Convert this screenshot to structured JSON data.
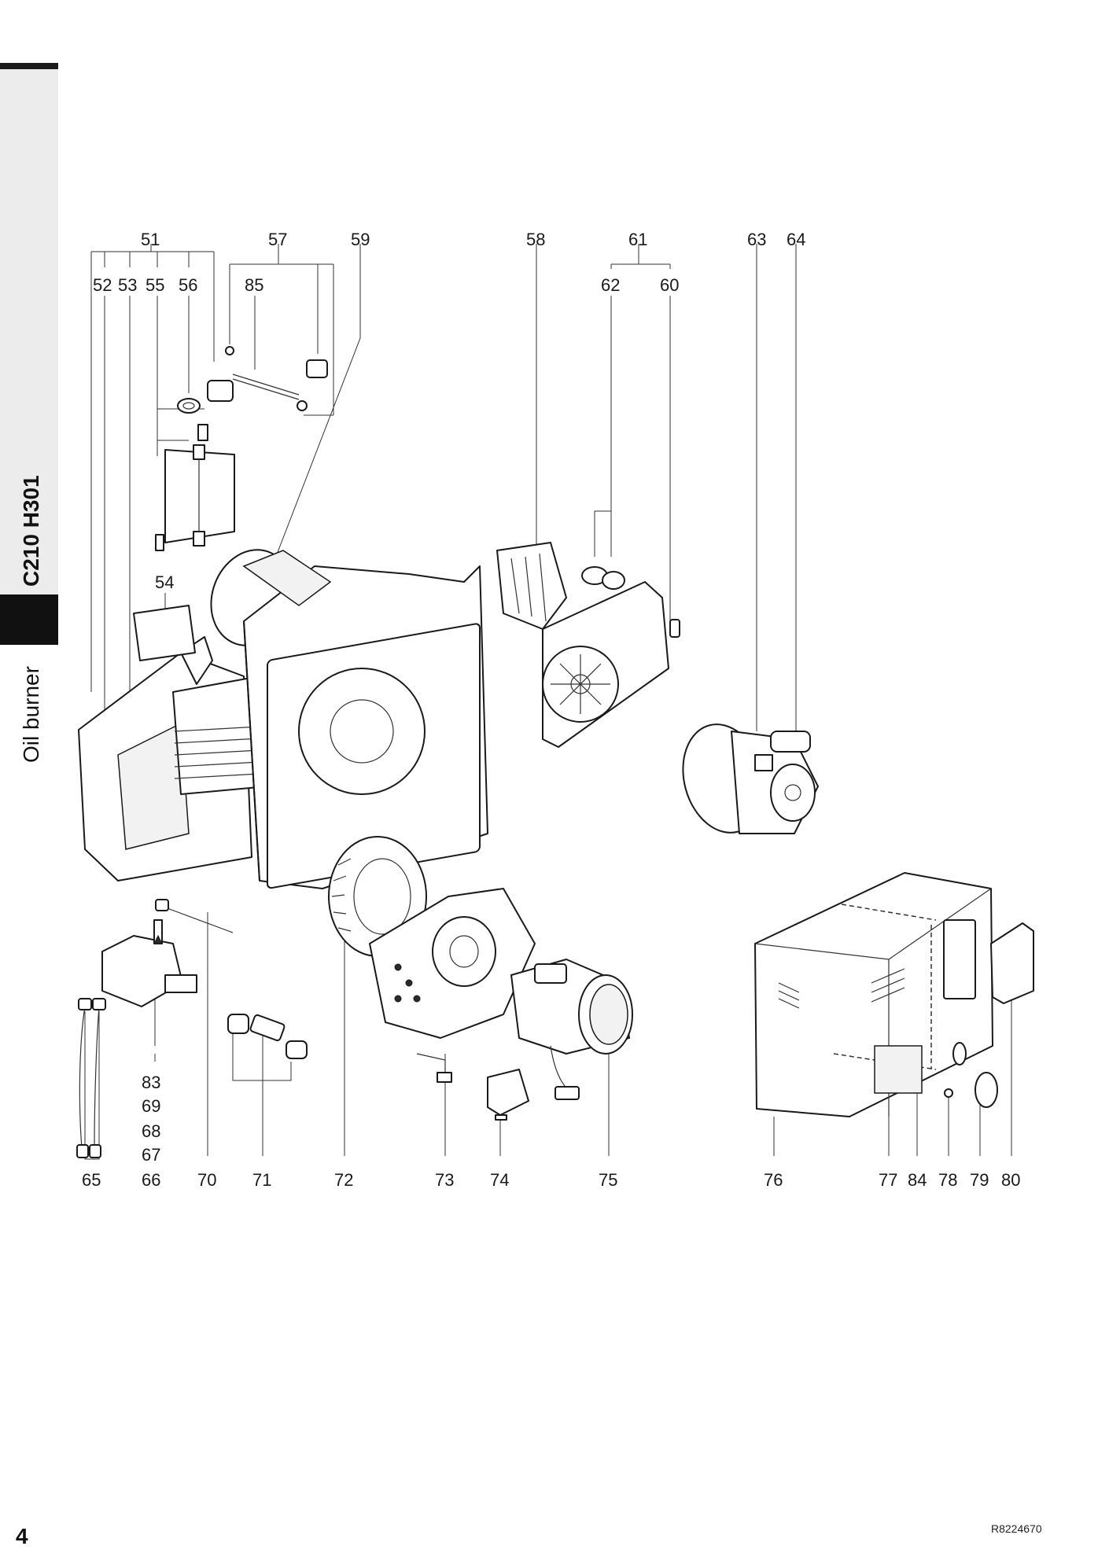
{
  "sidebar": {
    "model": "C210 H301",
    "title": "Oil burner"
  },
  "page_number": "4",
  "document_code": "R8224670",
  "diagram": {
    "callouts": [
      "51",
      "52",
      "53",
      "55",
      "56",
      "57",
      "85",
      "59",
      "58",
      "61",
      "62",
      "60",
      "63",
      "64",
      "54",
      "83",
      "69",
      "68",
      "67",
      "65",
      "66",
      "70",
      "71",
      "72",
      "73",
      "74",
      "75",
      "76",
      "77",
      "84",
      "78",
      "79",
      "80"
    ]
  }
}
